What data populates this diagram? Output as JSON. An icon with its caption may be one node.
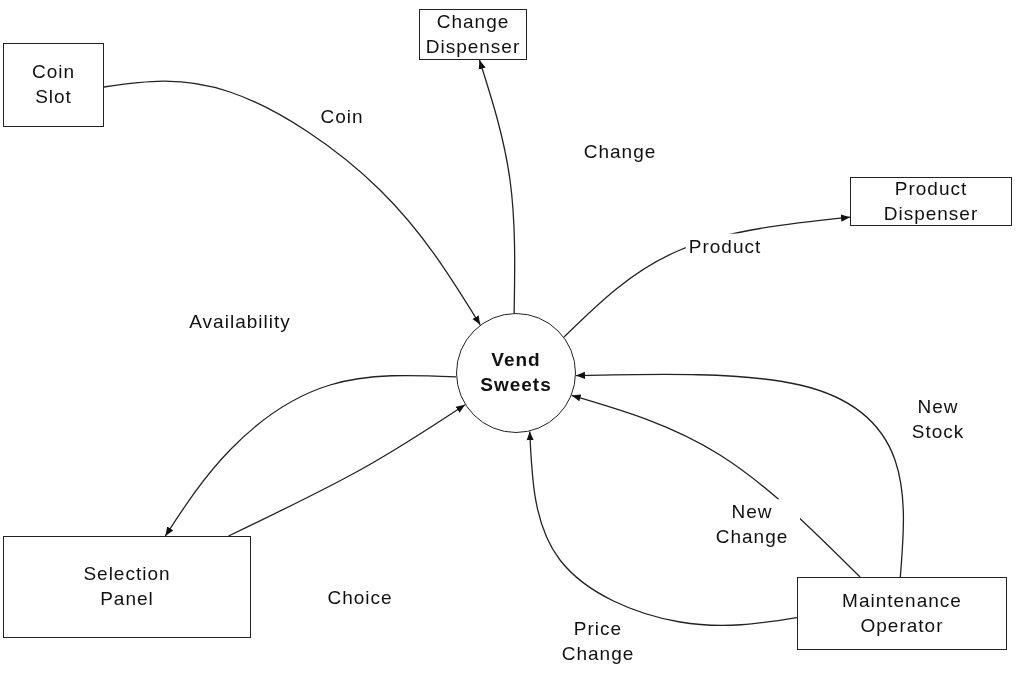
{
  "diagram": {
    "nodes": [
      {
        "text": [
          "Coin Slot"
        ]
      },
      {
        "text": [
          "Change Dispenser"
        ]
      },
      {
        "text": [
          "Product Dispenser"
        ]
      },
      {
        "text": [
          "Vend Sweets"
        ]
      },
      {
        "text": [
          "Selection Panel"
        ]
      },
      {
        "text": [
          "Maintenance Operator"
        ]
      }
    ],
    "edges": [
      {
        "from": 0,
        "to": 3,
        "arrow": "to",
        "label": "Coin"
      },
      {
        "from": 3,
        "to": 1,
        "arrow": "to",
        "label": "Change"
      },
      {
        "from": 3,
        "to": 2,
        "arrow": "to",
        "label": "Product"
      },
      {
        "from": 3,
        "to": 4,
        "arrow": "to",
        "label": "Availability"
      },
      {
        "from": 4,
        "to": 3,
        "arrow": "to",
        "label": "Choice"
      },
      {
        "from": 5,
        "to": 3,
        "arrow": "to",
        "label": "New Stock"
      },
      {
        "from": 5,
        "to": 3,
        "arrow": "to",
        "label": "New Change"
      },
      {
        "from": 5,
        "to": 3,
        "arrow": "to",
        "label": "Price Change"
      }
    ]
  }
}
